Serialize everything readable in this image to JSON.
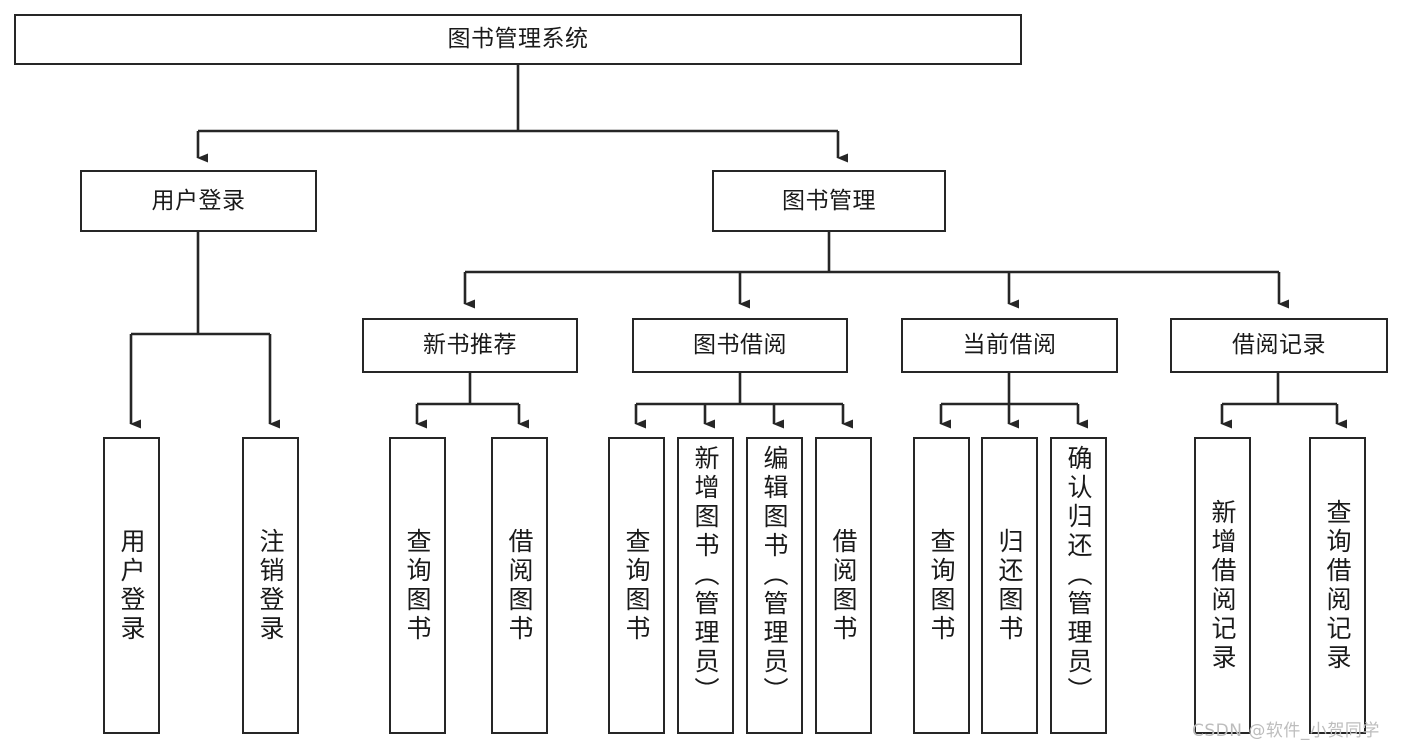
{
  "diagram": {
    "type": "tree-hierarchy",
    "title_node": {
      "label": "图书管理系统"
    },
    "level1": [
      {
        "label": "用户登录"
      },
      {
        "label": "图书管理"
      }
    ],
    "level2": [
      {
        "label": "新书推荐"
      },
      {
        "label": "图书借阅"
      },
      {
        "label": "当前借阅"
      },
      {
        "label": "借阅记录"
      }
    ],
    "leaves": {
      "user_login": [
        {
          "label": "用户登录"
        },
        {
          "label": "注销登录"
        }
      ],
      "new_book_recommend": [
        {
          "label": "查询图书"
        },
        {
          "label": "借阅图书"
        }
      ],
      "book_borrow": [
        {
          "label": "查询图书"
        },
        {
          "label": "新增图书（管理员）"
        },
        {
          "label": "编辑图书（管理员）"
        },
        {
          "label": "借阅图书"
        }
      ],
      "current_borrow": [
        {
          "label": "查询图书"
        },
        {
          "label": "归还图书"
        },
        {
          "label": "确认归还（管理员）"
        }
      ],
      "borrow_record": [
        {
          "label": "新增借阅记录"
        },
        {
          "label": "查询借阅记录"
        }
      ]
    }
  },
  "watermark": {
    "text": "CSDN @软件_小贺同学",
    "color": "#bdbdbd"
  },
  "style": {
    "line_color": "#262626",
    "box_border": "#262626",
    "box_fill": "#ffffff",
    "text_color": "#1a1a1a"
  }
}
